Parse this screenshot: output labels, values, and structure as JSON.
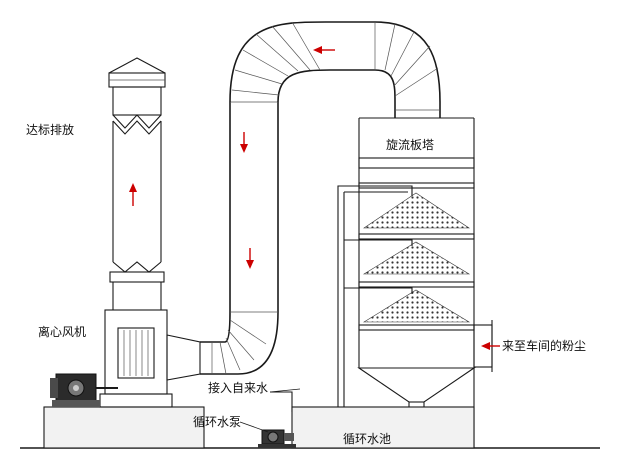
{
  "labels": {
    "discharge": "达标排放",
    "tower": "旋流板塔",
    "fan": "离心风机",
    "inlet": "来至车间的粉尘",
    "tap_water": "接入自来水",
    "pump": "循环水泵",
    "pool": "循环水池"
  },
  "colors": {
    "line": "#1a1a1a",
    "arrow": "#cc0000",
    "pack": "#333333",
    "base": "#f2f2f2"
  }
}
